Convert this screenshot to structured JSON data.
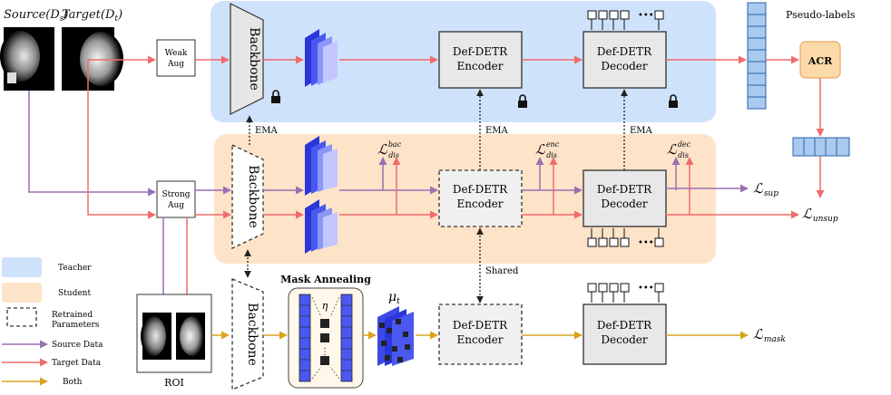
{
  "inputs": {
    "source_label": "Source(D",
    "source_sub": "s",
    "target_label": "Target(D",
    "target_sub": "t"
  },
  "boxes": {
    "weak_aug": [
      "Weak",
      "Aug"
    ],
    "strong_aug": [
      "Strong",
      "Aug"
    ],
    "backbone": "Backbone",
    "encoder": [
      "Def-DETR",
      "Encoder"
    ],
    "decoder": [
      "Def-DETR",
      "Decoder"
    ],
    "acr": "ACR",
    "roi": "ROI",
    "mask_annealing": "Mask Annealing",
    "eta": "η",
    "mu": "μ",
    "mu_sub": "t"
  },
  "edges": {
    "ema": "EMA",
    "shared": "Shared",
    "pseudo_labels": "Pseudo-labels"
  },
  "losses": {
    "L": "ℒ",
    "bac_sup": "bac",
    "enc_sup": "enc",
    "dec_sup": "dec",
    "dis": "dis",
    "sup": "sup",
    "unsup": "unsup",
    "mask": "mask"
  },
  "legend": [
    {
      "label": "Teacher",
      "color": "#cfe2fb"
    },
    {
      "label": "Student",
      "color": "#fde3c8"
    },
    {
      "label": "Retrained Parameters",
      "lines": [
        "Retrained",
        "Parameters"
      ]
    },
    {
      "label": "Source Data",
      "color": "#9b6fb3"
    },
    {
      "label": "Target Data",
      "color": "#f06b6b"
    },
    {
      "label": "Both",
      "color": "#d8a320"
    }
  ],
  "colors": {
    "teacher_bg": "#cfe2fb",
    "student_bg": "#fde3c8",
    "source": "#9b6fb3",
    "target": "#f06b6b",
    "both": "#d8a320",
    "feature_blue": "#3c49e6",
    "acr_fill": "#fcd9a8"
  }
}
